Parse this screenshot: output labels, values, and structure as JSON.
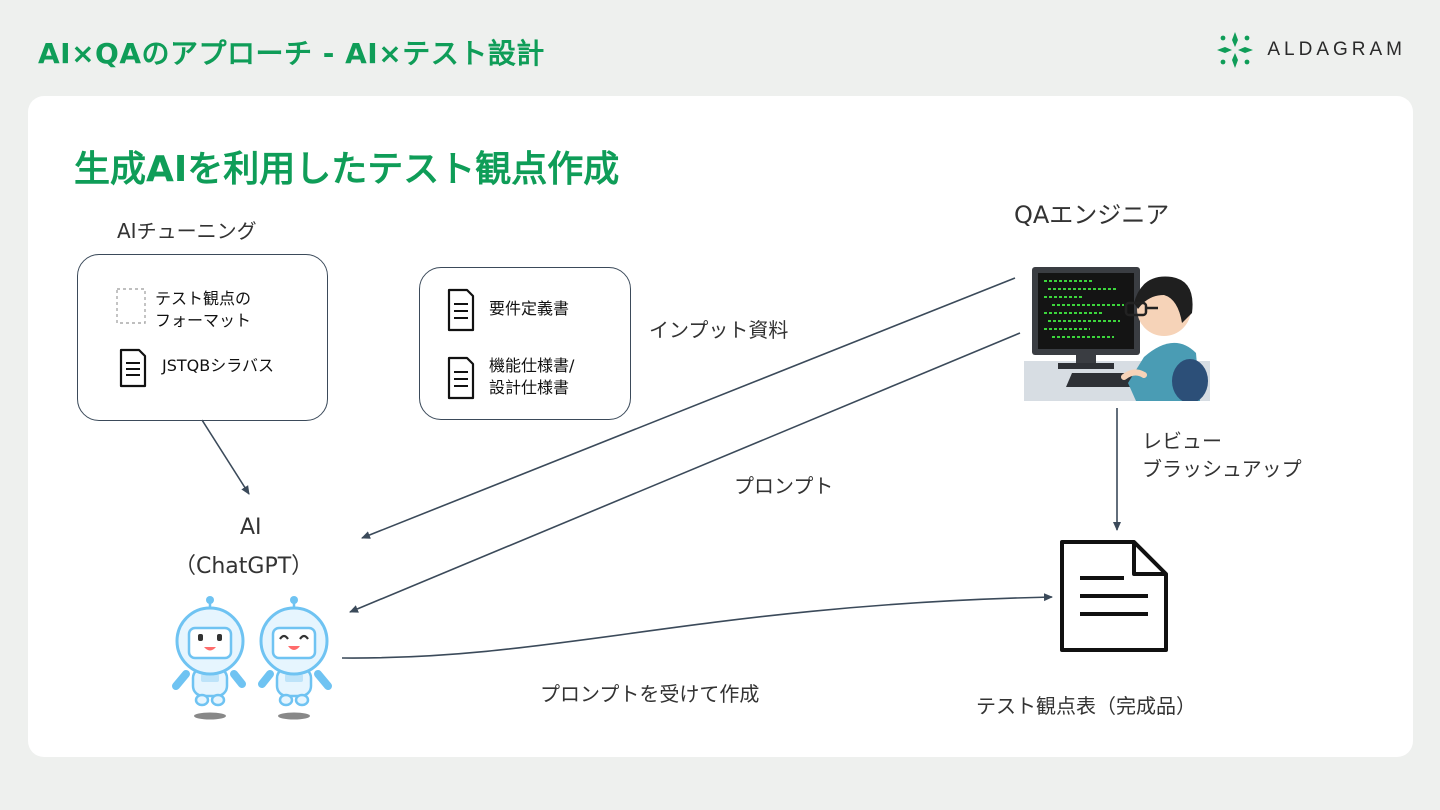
{
  "header": {
    "title": "AI×QAのアプローチ  - AI×テスト設計",
    "logo_text": "ALDAGRAM",
    "brand_color": "#0f9d58"
  },
  "slide": {
    "title": "生成AIを利用したテスト観点作成"
  },
  "tuning": {
    "heading": "AIチューニング",
    "items": [
      "テスト観点の\nフォーマット",
      "JSTQBシラバス"
    ]
  },
  "inputs_box": {
    "items": [
      "要件定義書",
      "機能仕様書/\n設計仕様書"
    ]
  },
  "labels": {
    "input_docs": "インプット資料",
    "prompt": "プロンプト",
    "ai_line1": "AI",
    "ai_line2": "（ChatGPT）",
    "qa_engineer": "QAエンジニア",
    "review_line1": "レビュー",
    "review_line2": "ブラッシュアップ",
    "create": "プロンプトを受けて作成",
    "result": "テスト観点表（完成品）"
  },
  "icons": {
    "logo": "aldagram-leaf-icon",
    "document": "document-icon",
    "robot": "robot-icon",
    "engineer": "engineer-at-computer-icon"
  },
  "colors": {
    "arrow": "#3b4a5a",
    "robot": "#6fc3f2",
    "screen_text": "#3cd43c"
  }
}
